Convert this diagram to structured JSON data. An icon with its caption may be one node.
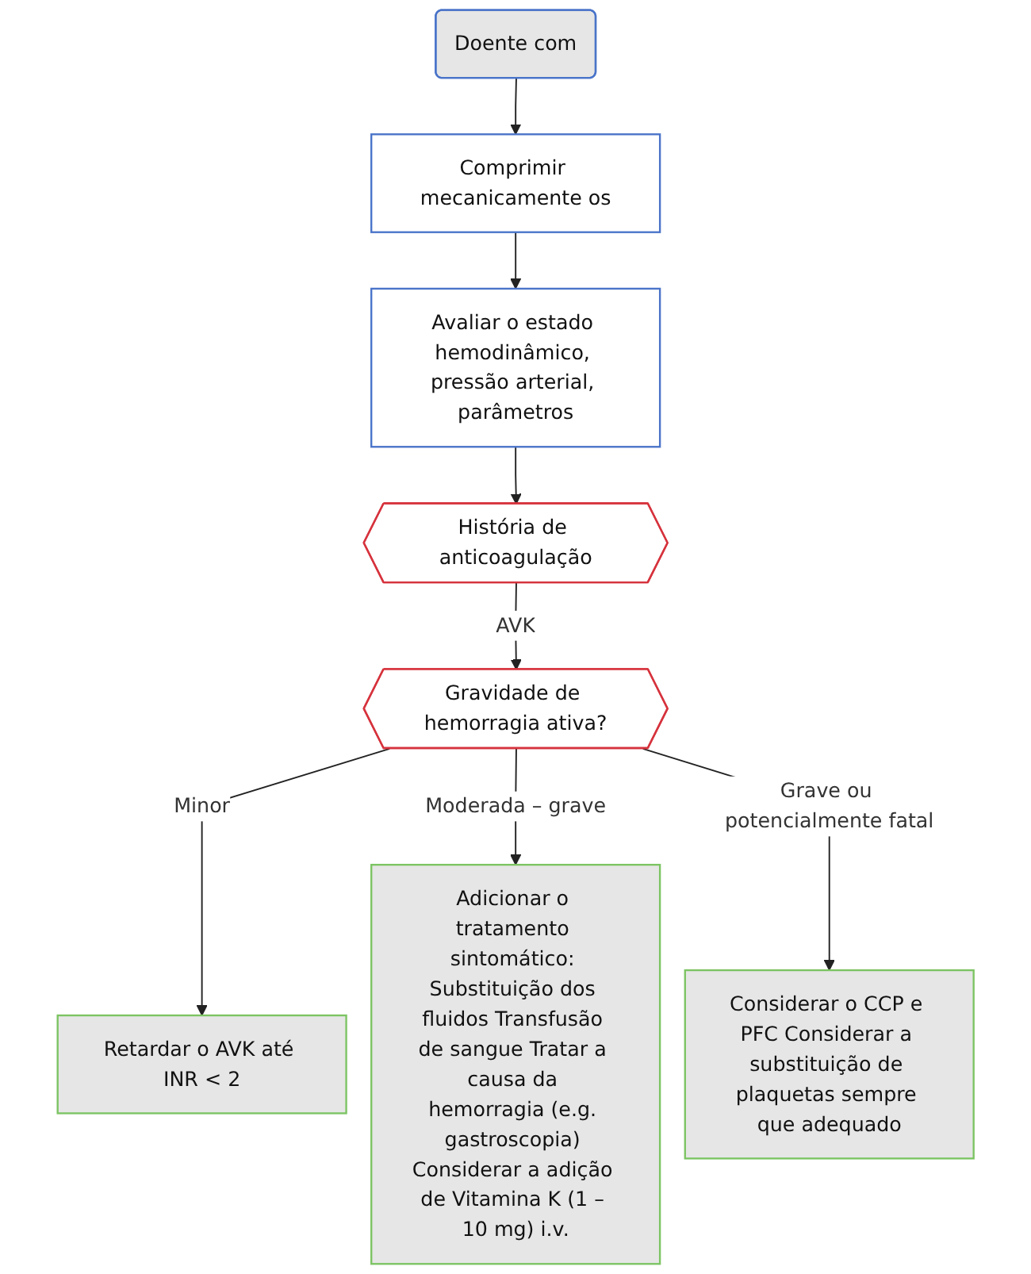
{
  "diagram": {
    "nodes": [
      {
        "text": [
          "Doente com"
        ]
      },
      {
        "text": [
          "Comprimir mecanicamente os"
        ]
      },
      {
        "text": [
          "Avaliar o estado hemodinâmico, pressão arterial, parâmetros"
        ]
      },
      {
        "text": [
          "História de anticoagulação"
        ]
      },
      {
        "text": [
          "Gravidade de hemorragia ativa?"
        ]
      },
      {
        "text": [
          "Retardar o AVK até INR < 2"
        ]
      },
      {
        "text": [
          "Adicionar o tratamento sintomático: Substituição dos fluidos Transfusão de sangue Tratar a causa da hemorragia (e.g. gastroscopia) Considerar a adição de Vitamina K (1 – 10 mg) i.v."
        ]
      },
      {
        "text": [
          "Considerar o CCP e PFC Considerar a substituição de plaquetas sempre que adequado"
        ]
      }
    ],
    "edges": [
      {
        "from": 0,
        "to": 1,
        "arrow": "to"
      },
      {
        "from": 1,
        "to": 2,
        "arrow": "to"
      },
      {
        "from": 2,
        "to": 3,
        "arrow": "to"
      },
      {
        "from": 3,
        "to": 4,
        "arrow": "to",
        "label": "AVK"
      },
      {
        "from": 4,
        "to": 5,
        "arrow": "to",
        "label": "Minor"
      },
      {
        "from": 4,
        "to": 6,
        "arrow": "to",
        "label": "Moderada – grave"
      },
      {
        "from": 4,
        "to": 7,
        "arrow": "to",
        "label": "Grave ou potencialmente fatal"
      }
    ]
  }
}
